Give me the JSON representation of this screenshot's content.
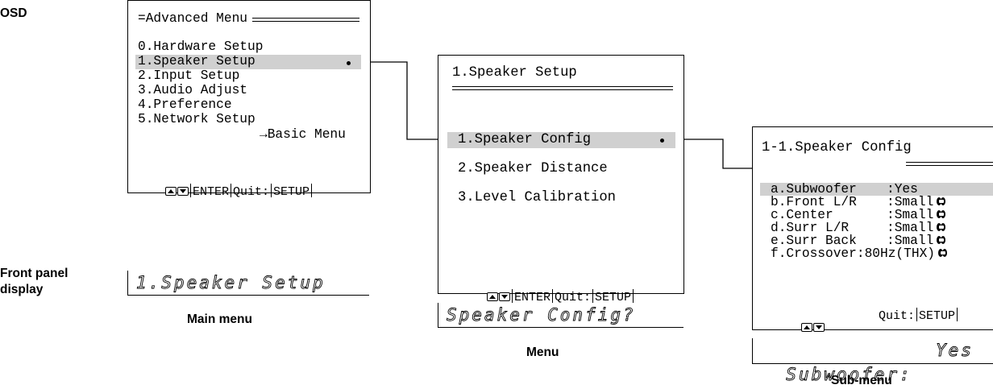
{
  "labels": {
    "osd": "OSD",
    "front_panel_line1": "Front panel",
    "front_panel_line2": "display",
    "main_menu": "Main menu",
    "menu": "Menu",
    "sub_menu": "Sub-menu"
  },
  "main": {
    "title": "=Advanced Menu",
    "items": [
      "0.Hardware Setup",
      "1.Speaker Setup",
      "2.Input Setup",
      "3.Audio Adjust",
      "4.Preference",
      "5.Network Setup"
    ],
    "basic": "→Basic Menu",
    "footer_enter": "ENTER",
    "footer_quit": "Quit:",
    "footer_setup": "SETUP",
    "display": "1.Speaker Setup"
  },
  "menu": {
    "title": "1.Speaker Setup",
    "items": [
      "1.Speaker Config",
      "2.Speaker Distance",
      "3.Level Calibration"
    ],
    "footer_enter": "ENTER",
    "footer_quit": "Quit:",
    "footer_setup": "SETUP",
    "display": "Speaker Config?"
  },
  "sub": {
    "title": "1-1.Speaker Config",
    "rows": [
      {
        "name": "a.Subwoofer",
        "value": ":Yes"
      },
      {
        "name": "b.Front L/R",
        "value": ":Small"
      },
      {
        "name": "c.Center",
        "value": ":Small"
      },
      {
        "name": "d.Surr L/R",
        "value": ":Small"
      },
      {
        "name": "e.Surr Back",
        "value": ":Small"
      },
      {
        "name": "f.Crossover",
        "value": ":80Hz(THX)"
      }
    ],
    "footer_quit": "Quit:",
    "footer_setup": "SETUP",
    "display_left": "Subwoofer:",
    "display_right": "Yes"
  }
}
